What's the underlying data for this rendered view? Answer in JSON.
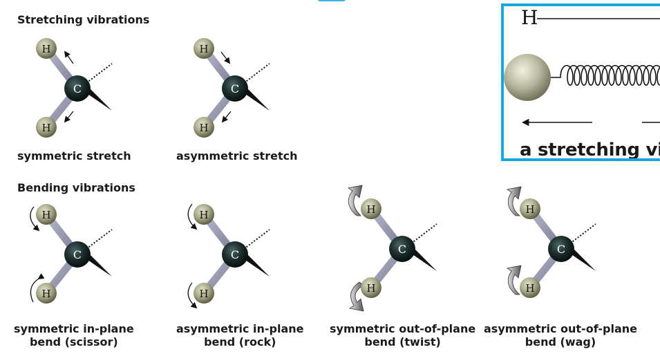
{
  "sections": {
    "stretching": "Stretching vibrations",
    "bending": "Bending vibrations"
  },
  "atoms": {
    "carbon": "C",
    "hydrogen": "H"
  },
  "captions": {
    "sym_stretch": "symmetric stretch",
    "asym_stretch": "asymmetric stretch",
    "scissor_1": "symmetric in-plane",
    "scissor_2": "bend (scissor)",
    "rock_1": "asymmetric in-plane",
    "rock_2": "bend (rock)",
    "twist_1": "symmetric out-of-plane",
    "twist_2": "bend (twist)",
    "wag_1": "asymmetric out-of-plane",
    "wag_2": "bend (wag)"
  },
  "inset": {
    "atom_label": "H",
    "caption": "a stretching vib"
  },
  "colors": {
    "carbon": "#1c2b2b",
    "hydrogen": "#a9a98a",
    "bond": "#8e90a8",
    "frame": "#1aa5e0"
  }
}
